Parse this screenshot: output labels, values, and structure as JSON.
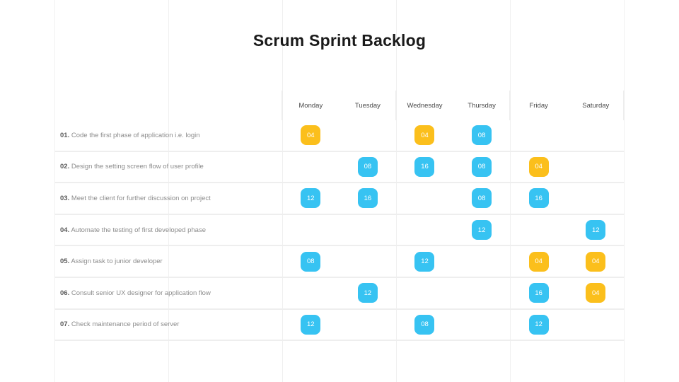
{
  "slide": {
    "title": "Scrum Sprint Backlog",
    "accent_blue": "#37c3f2",
    "accent_yellow": "#fbbf1c",
    "guide_color": "#f0f0f0",
    "row_divider_color": "#eeeeee"
  },
  "chart_data": {
    "type": "table",
    "title": "Scrum Sprint Backlog",
    "columns": [
      "Monday",
      "Tuesday",
      "Wednesday",
      "Thursday",
      "Friday",
      "Saturday"
    ],
    "row_label_header": "",
    "rows": [
      {
        "num": "01.",
        "task": "Code the first phase of application i.e. login",
        "cells": [
          {
            "value": "04",
            "color": "yellow"
          },
          {
            "value": "",
            "color": "empty"
          },
          {
            "value": "04",
            "color": "yellow"
          },
          {
            "value": "08",
            "color": "blue"
          },
          {
            "value": "",
            "color": "empty"
          },
          {
            "value": "",
            "color": "empty"
          }
        ]
      },
      {
        "num": "02.",
        "task": "Design the setting screen  flow of user profile",
        "cells": [
          {
            "value": "",
            "color": "empty"
          },
          {
            "value": "08",
            "color": "blue"
          },
          {
            "value": "16",
            "color": "blue"
          },
          {
            "value": "08",
            "color": "blue"
          },
          {
            "value": "04",
            "color": "yellow"
          },
          {
            "value": "",
            "color": "empty"
          }
        ]
      },
      {
        "num": "03.",
        "task": "Meet the client for further discussion on project",
        "cells": [
          {
            "value": "12",
            "color": "blue"
          },
          {
            "value": "16",
            "color": "blue"
          },
          {
            "value": "",
            "color": "empty"
          },
          {
            "value": "08",
            "color": "blue"
          },
          {
            "value": "16",
            "color": "blue"
          },
          {
            "value": "",
            "color": "empty"
          }
        ]
      },
      {
        "num": "04.",
        "task": "Automate the testing of first developed phase",
        "cells": [
          {
            "value": "",
            "color": "empty"
          },
          {
            "value": "",
            "color": "empty"
          },
          {
            "value": "",
            "color": "empty"
          },
          {
            "value": "12",
            "color": "blue"
          },
          {
            "value": "",
            "color": "empty"
          },
          {
            "value": "12",
            "color": "blue"
          }
        ]
      },
      {
        "num": "05.",
        "task": "Assign task to junior developer",
        "cells": [
          {
            "value": "08",
            "color": "blue"
          },
          {
            "value": "",
            "color": "empty"
          },
          {
            "value": "12",
            "color": "blue"
          },
          {
            "value": "",
            "color": "empty"
          },
          {
            "value": "04",
            "color": "yellow"
          },
          {
            "value": "04",
            "color": "yellow"
          }
        ]
      },
      {
        "num": "06.",
        "task": "Consult senior UX designer for application flow",
        "cells": [
          {
            "value": "",
            "color": "empty"
          },
          {
            "value": "12",
            "color": "blue"
          },
          {
            "value": "",
            "color": "empty"
          },
          {
            "value": "",
            "color": "empty"
          },
          {
            "value": "16",
            "color": "blue"
          },
          {
            "value": "04",
            "color": "yellow"
          }
        ]
      },
      {
        "num": "07.",
        "task": "Check maintenance period of server",
        "cells": [
          {
            "value": "12",
            "color": "blue"
          },
          {
            "value": "",
            "color": "empty"
          },
          {
            "value": "08",
            "color": "blue"
          },
          {
            "value": "",
            "color": "empty"
          },
          {
            "value": "12",
            "color": "blue"
          },
          {
            "value": "",
            "color": "empty"
          }
        ]
      }
    ]
  }
}
